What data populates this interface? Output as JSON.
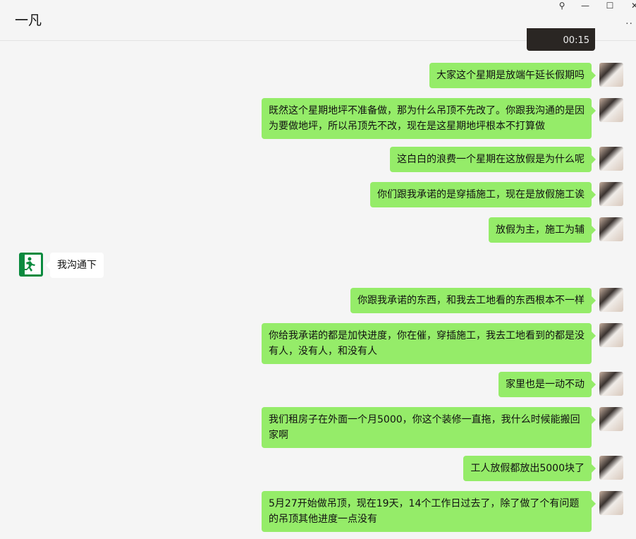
{
  "window": {
    "title": "一凡",
    "pin_icon": "pin-icon",
    "minimize_icon": "minimize-icon",
    "maximize_icon": "maximize-icon",
    "close_icon": "close-icon",
    "more": "··"
  },
  "video": {
    "duration": "00:15"
  },
  "messages": [
    {
      "side": "sent",
      "text": "大家这个星期是放端午延长假期吗"
    },
    {
      "side": "sent",
      "text": "既然这个星期地坪不准备做，那为什么吊顶不先改了。你跟我沟通的是因为要做地坪，所以吊顶先不改，现在是这星期地坪根本不打算做"
    },
    {
      "side": "sent",
      "text": "这白白的浪费一个星期在这放假是为什么呢"
    },
    {
      "side": "sent",
      "text": "你们跟我承诺的是穿插施工，现在是放假施工诶"
    },
    {
      "side": "sent",
      "text": "放假为主，施工为辅"
    },
    {
      "side": "recv",
      "text": "我沟通下"
    },
    {
      "side": "sent",
      "text": "你跟我承诺的东西，和我去工地看的东西根本不一样"
    },
    {
      "side": "sent",
      "text": "你给我承诺的都是加快进度，你在催，穿插施工，我去工地看到的都是没有人，没有人，和没有人"
    },
    {
      "side": "sent",
      "text": "家里也是一动不动"
    },
    {
      "side": "sent",
      "text": "我们租房子在外面一个月5000，你这个装修一直拖，我什么时候能搬回家啊"
    },
    {
      "side": "sent",
      "text": "工人放假都放出5000块了"
    },
    {
      "side": "sent",
      "text": "5月27开始做吊顶，现在19天，14个工作日过去了，除了做了个有问题的吊顶其他进度一点没有"
    }
  ]
}
